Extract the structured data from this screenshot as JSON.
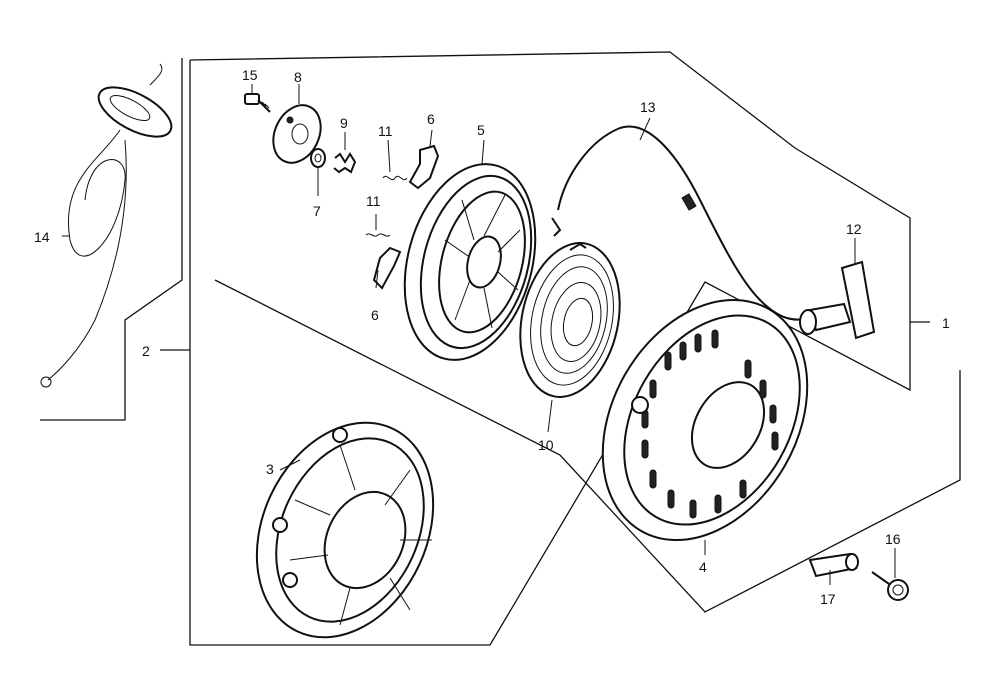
{
  "diagram": {
    "callouts": [
      {
        "id": "1",
        "text": "1"
      },
      {
        "id": "2",
        "text": "2"
      },
      {
        "id": "3",
        "text": "3"
      },
      {
        "id": "4",
        "text": "4"
      },
      {
        "id": "5",
        "text": "5"
      },
      {
        "id": "6a",
        "text": "6"
      },
      {
        "id": "6b",
        "text": "6"
      },
      {
        "id": "7",
        "text": "7"
      },
      {
        "id": "8",
        "text": "8"
      },
      {
        "id": "9",
        "text": "9"
      },
      {
        "id": "10",
        "text": "10"
      },
      {
        "id": "11a",
        "text": "11"
      },
      {
        "id": "11b",
        "text": "11"
      },
      {
        "id": "12",
        "text": "12"
      },
      {
        "id": "13",
        "text": "13"
      },
      {
        "id": "14",
        "text": "14"
      },
      {
        "id": "15",
        "text": "15"
      },
      {
        "id": "16",
        "text": "16"
      },
      {
        "id": "17",
        "text": "17"
      }
    ],
    "icons": [
      "reel-icon",
      "spring-icon",
      "starter-case-icon",
      "cover-icon",
      "handle-icon",
      "rope-icon",
      "bolt-icon",
      "ratchet-icon",
      "harness-icon"
    ]
  }
}
